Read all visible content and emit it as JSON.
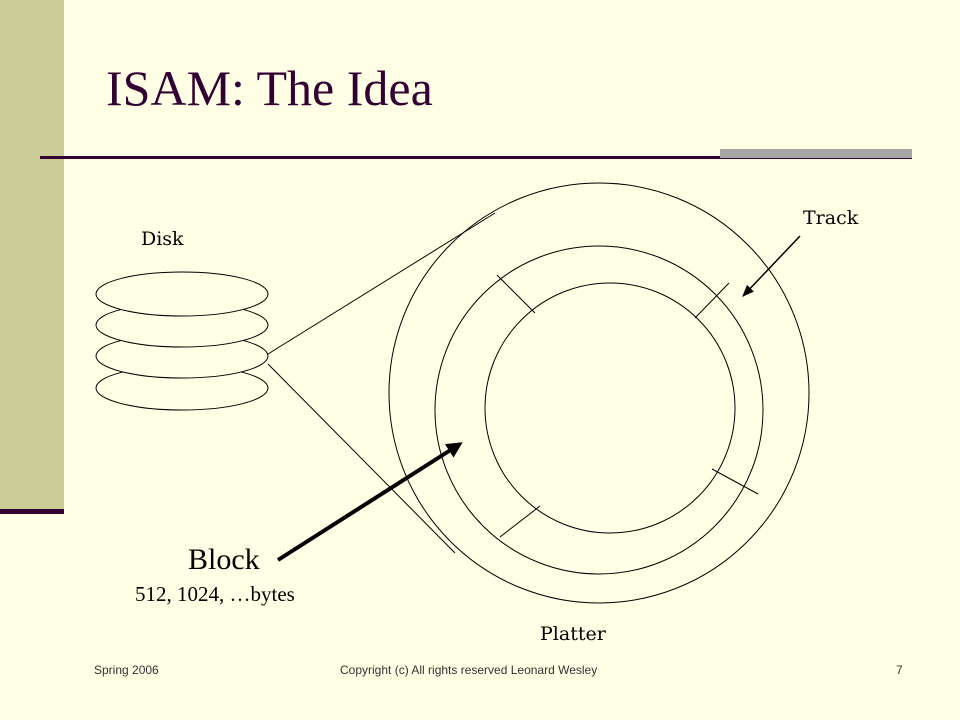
{
  "slide": {
    "title": "ISAM:  The Idea",
    "colors": {
      "background": "#ffffe5",
      "sidebar": "#cccc99",
      "title": "#330033",
      "rule_accent": "#a6a6a6"
    }
  },
  "diagram": {
    "disk_label": "Disk",
    "track_label": "Track",
    "platter_label": "Platter",
    "block_label": "Block",
    "block_sizes": "512, 1024, …bytes"
  },
  "footer": {
    "left": "Spring 2006",
    "center": "Copyright (c) All rights reserved Leonard Wesley",
    "page_number": "7"
  }
}
